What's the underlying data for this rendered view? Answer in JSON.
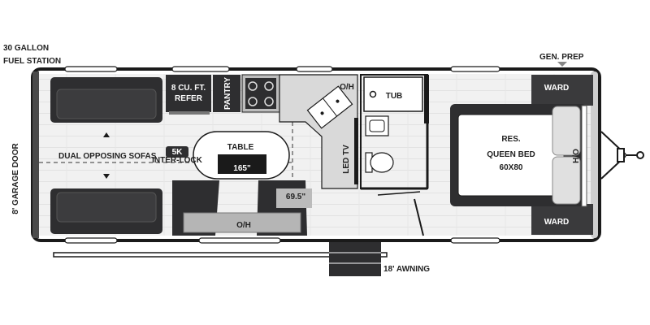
{
  "labels": {
    "fuel_line1": "30 GALLON",
    "fuel_line2": "FUEL STATION",
    "gen_prep": "GEN. PREP",
    "garage_door": "8' GARAGE DOOR",
    "refer_line1": "8 CU. FT.",
    "refer_line2": "REFER",
    "pantry": "PANTRY",
    "oh_kitchen": "O/H",
    "tub": "TUB",
    "ward_top": "WARD",
    "ward_bottom": "WARD",
    "bed_line1": "RES.",
    "bed_line2": "QUEEN BED",
    "bed_line3": "60X80",
    "ho": "H/O",
    "sofas": "DUAL OPPOSING SOFAS",
    "table": "TABLE",
    "table_length": "165\"",
    "led_tv": "LED TV",
    "dinette_width": "69.5\"",
    "oh_dinette": "O/H",
    "awning": "18' AWNING",
    "logo_top": "5K",
    "logo_bottom": "INTER-LOCK"
  },
  "colors": {
    "outline": "#1a1a1a",
    "floor": "#efefef",
    "dark_furniture": "#2e2e30",
    "cabinet_gray": "#a8a8a8",
    "wall": "#5a5a5a"
  }
}
